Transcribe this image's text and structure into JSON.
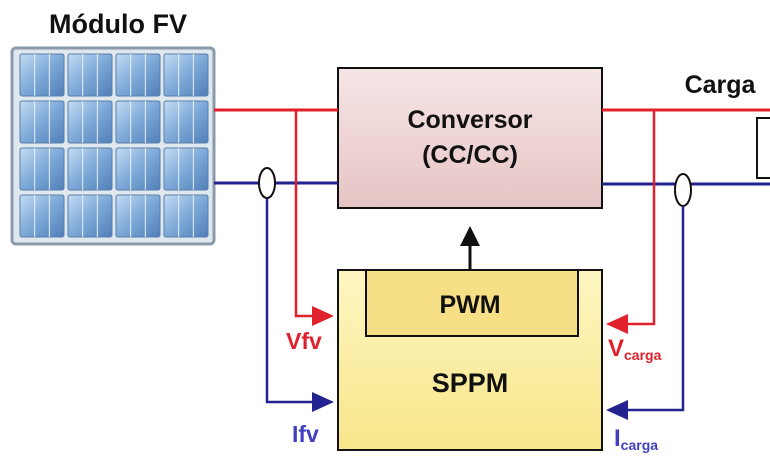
{
  "labels": {
    "module": "Módulo FV",
    "load": "Carga",
    "converter_line1": "Conversor",
    "converter_line2": "(CC/CC)",
    "pwm": "PWM",
    "controller": "SPPM",
    "vfv": "Vfv",
    "ifv": "Ifv",
    "vcarga_main": "V",
    "vcarga_sub": "carga",
    "icarga_main": "I",
    "icarga_sub": "carga"
  },
  "colors": {
    "positive_line": "#e0202a",
    "negative_line": "#23238f",
    "converter_fill": "#f2dcdc",
    "controller_fill": "#fcf1a6",
    "pwm_fill": "#f7df86",
    "panel_cell": "#7ea9d8",
    "panel_frame": "#c9d6e4"
  }
}
